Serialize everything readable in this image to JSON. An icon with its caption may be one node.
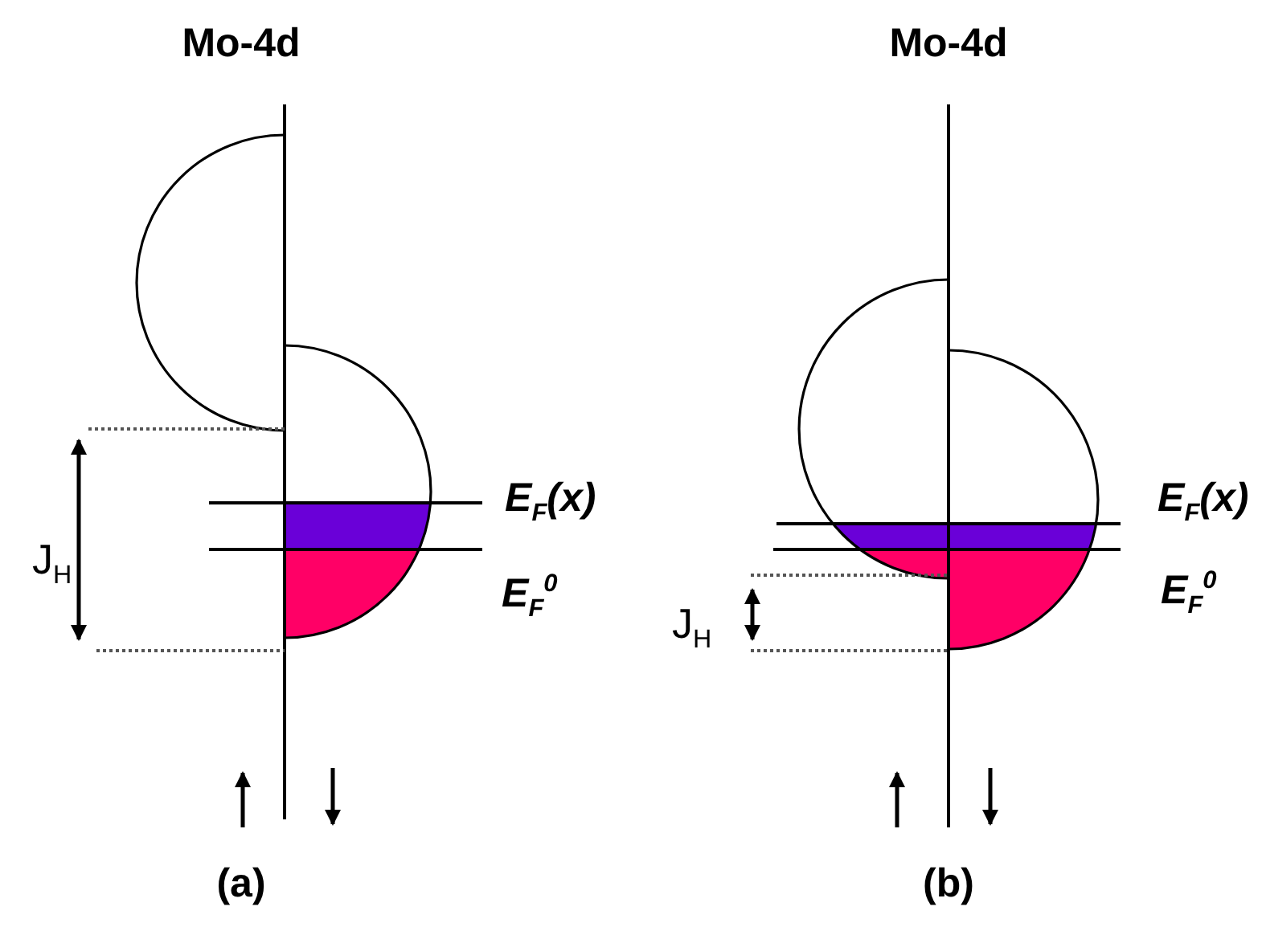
{
  "diagram": {
    "labels": [
      "Mo-4d",
      "J$_{H}$",
      "E$_{F}$(x)",
      "E$_{F}$$^{0}$",
      "(a)",
      "Mo-4d",
      "J$_{H}$",
      "E$_{F}$(x)",
      "E$_{F}$$^{0}$",
      "(b)"
    ]
  }
}
